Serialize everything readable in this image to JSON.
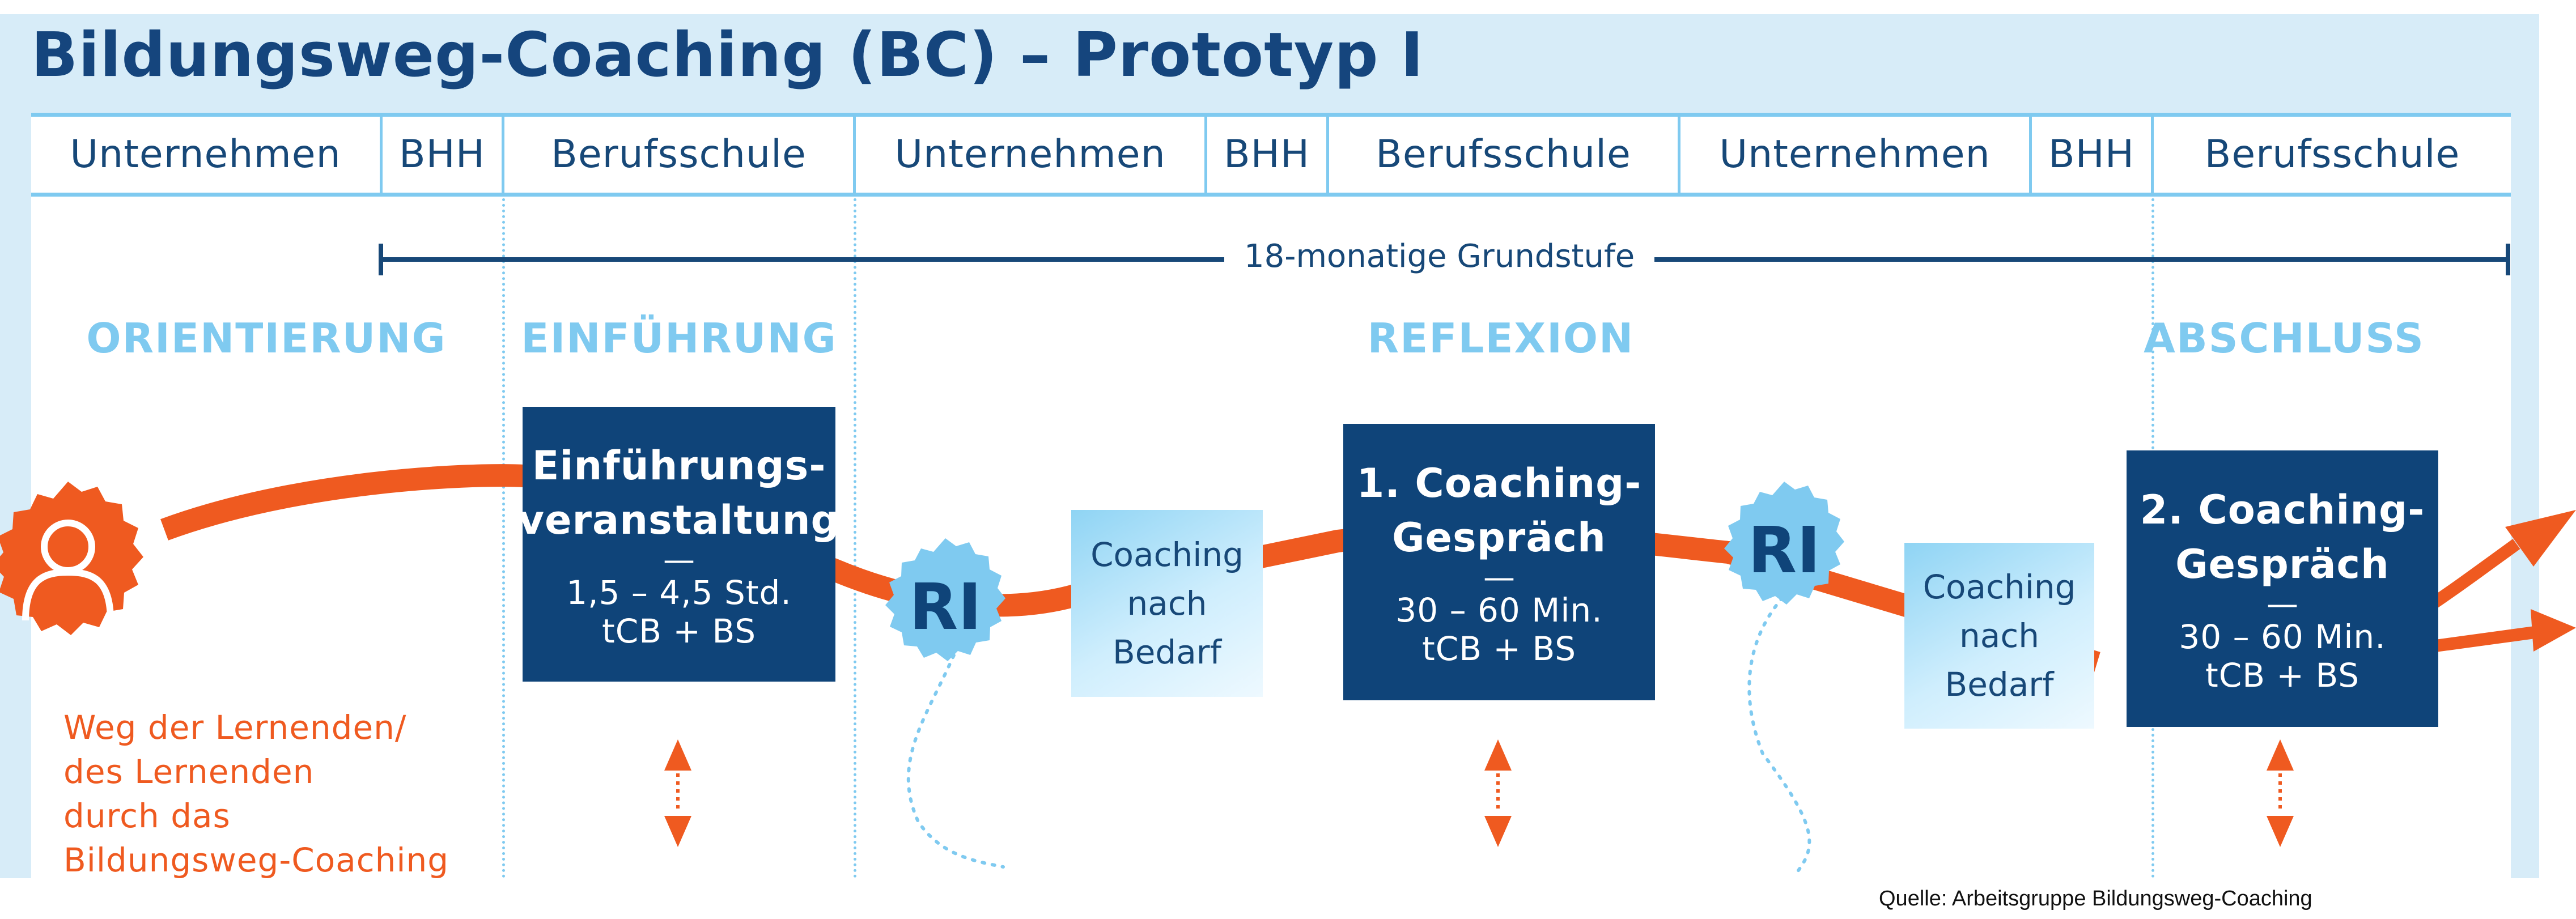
{
  "title": "Bildungsweg-Coaching (BC) – Prototyp I",
  "header": {
    "cells": [
      "Unternehmen",
      "BHH",
      "Berufsschule",
      "Unternehmen",
      "BHH",
      "Berufsschule",
      "Unternehmen",
      "BHH",
      "Berufsschule"
    ]
  },
  "timeline": {
    "label": "18-monatige Grundstufe"
  },
  "phases": [
    "ORIENTIERUNG",
    "EINFÜHRUNG",
    "REFLEXION",
    "ABSCHLUSS"
  ],
  "boxes": {
    "einfuehrung": {
      "title1": "Einführungs-",
      "title2": "veranstaltung",
      "dash": "—",
      "detail1": "1,5 – 4,5 Std.",
      "detail2": "tCB + BS"
    },
    "coaching1": {
      "title1": "1. Coaching-",
      "title2": "Gespräch",
      "dash": "—",
      "detail1": "30 – 60 Min.",
      "detail2": "tCB + BS"
    },
    "coaching2": {
      "title1": "2. Coaching-",
      "title2": "Gespräch",
      "dash": "—",
      "detail1": "30 – 60 Min.",
      "detail2": "tCB + BS"
    }
  },
  "nach_bedarf": {
    "line1": "Coaching",
    "line2": "nach",
    "line3": "Bedarf"
  },
  "ri_label": "RI",
  "learner_path": {
    "line1": "Weg der Lernenden/",
    "line2": "des Lernenden",
    "line3": "durch das",
    "line4": "Bildungsweg-Coaching"
  },
  "source": "Quelle: Arbeitsgruppe Bildungsweg-Coaching",
  "colors": {
    "navy": "#0f4479",
    "light_blue": "#7fcaf0",
    "orange": "#ef5a20",
    "panel": "#d7ecf8"
  },
  "icons": [
    "person-icon",
    "double-arrow-icon",
    "arrow-head-icon"
  ]
}
